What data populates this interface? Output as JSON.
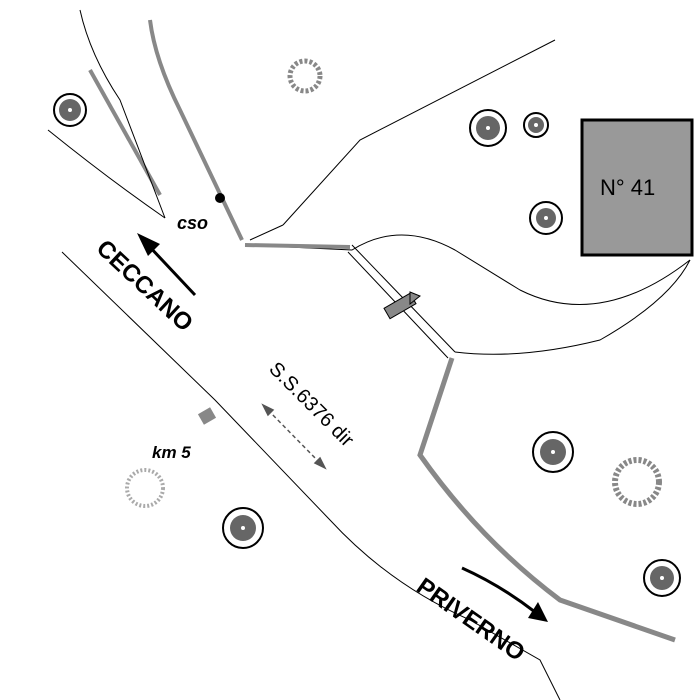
{
  "map": {
    "building_label": "N° 41",
    "direction_west": "CECCANO",
    "direction_east": "PRIVERNO",
    "road_name": "S.S.6376 dir",
    "km_marker": "km 5",
    "point_label": "cso"
  },
  "colors": {
    "background": "#ffffff",
    "building_fill": "#999999",
    "road_edge": "#888888",
    "line": "#000000"
  },
  "icons": [
    "tree-icon",
    "shrub-icon",
    "arrow-icon",
    "building-icon"
  ]
}
